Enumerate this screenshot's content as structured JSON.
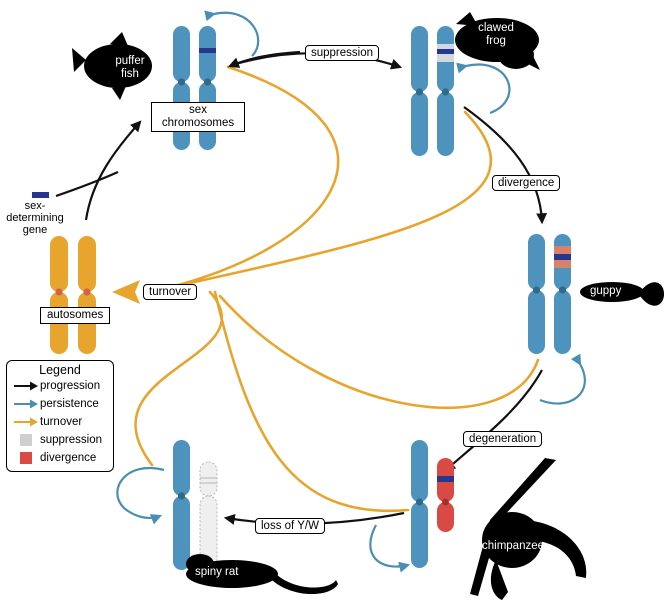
{
  "labels": {
    "suppression": "suppression",
    "divergence": "divergence",
    "degeneration": "degeneration",
    "loss": "loss of Y/W",
    "turnover": "turnover",
    "sex_chromosomes": "sex chromosomes",
    "autosomes": "autosomes",
    "sex_gene": "sex-determining gene"
  },
  "animals": {
    "puffer": "puffer fish",
    "frog": "clawed frog",
    "guppy": "guppy",
    "chimp": "chimpanzee",
    "rat": "spiny rat"
  },
  "legend": {
    "title": "Legend",
    "items": [
      {
        "label": "progression",
        "color": "#111111",
        "kind": "arrow"
      },
      {
        "label": "persistence",
        "color": "#4a8fb2",
        "kind": "arrow"
      },
      {
        "label": "turnover",
        "color": "#e8a52e",
        "kind": "arrow"
      },
      {
        "label": "suppression",
        "color": "#cfcfcf",
        "kind": "square"
      },
      {
        "label": "divergence",
        "color": "#d84a43",
        "kind": "square"
      }
    ]
  },
  "colors": {
    "chromosome": "#4d93bd",
    "autosome": "#e8a52e",
    "progression": "#111111",
    "persistence": "#4a8fb2",
    "turnover": "#e8a52e",
    "sex_gene": "#27378f",
    "divergence": "#d84a43",
    "suppression": "#cfcfcf"
  }
}
